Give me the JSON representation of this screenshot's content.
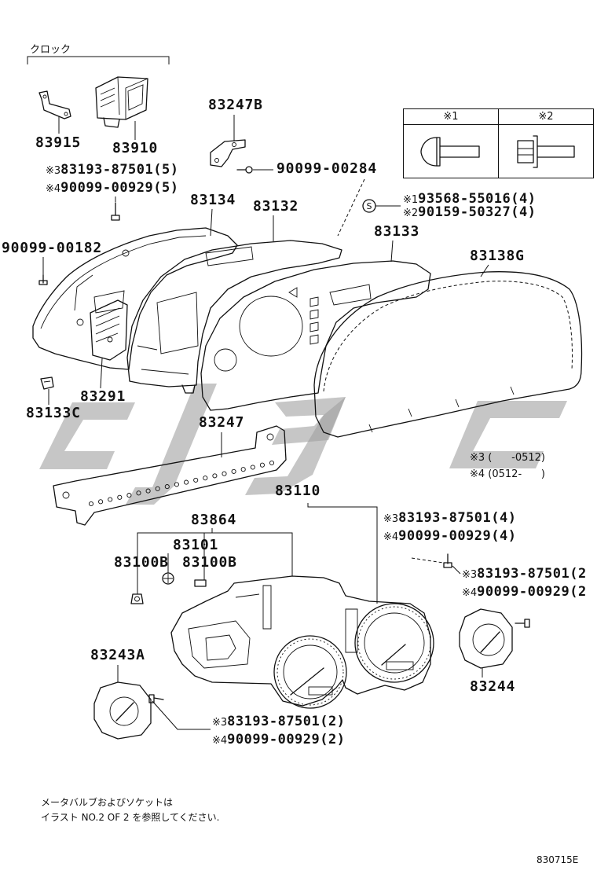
{
  "clock_group": {
    "label": "クロック"
  },
  "parts": {
    "p83915": "83915",
    "p83910": "83910",
    "p83247B": "83247B",
    "p90099_00284": "90099-00284",
    "p83134": "83134",
    "p83132": "83132",
    "p83133": "83133",
    "p90099_00182": "90099-00182",
    "p83138G": "83138G",
    "p83291": "83291",
    "p83133C": "83133C",
    "p83247": "83247",
    "p83110": "83110",
    "p83864": "83864",
    "p83101": "83101",
    "p83100B_left": "83100B",
    "p83100B_right": "83100B",
    "p83243A": "83243A",
    "p83244": "83244"
  },
  "screw_refs": {
    "clock": [
      {
        "mark": "※3",
        "part": "83193-87501(5)"
      },
      {
        "mark": "※4",
        "part": "90099-00929(5)"
      }
    ],
    "meter_top": [
      {
        "mark": "※3",
        "part": "83193-87501(4)"
      },
      {
        "mark": "※4",
        "part": "90099-00929(4)"
      }
    ],
    "meter_right": [
      {
        "mark": "※3",
        "part": "83193-87501(2"
      },
      {
        "mark": "※4",
        "part": "90099-00929(2"
      }
    ],
    "meter_left": [
      {
        "mark": "※3",
        "part": "83193-87501(2)"
      },
      {
        "mark": "※4",
        "part": "90099-00929(2)"
      }
    ]
  },
  "fastener_table": {
    "headers": [
      "※1",
      "※2"
    ]
  },
  "seal": {
    "symbol": "S",
    "items": [
      {
        "mark": "※1",
        "part": "93568-55016(4)"
      },
      {
        "mark": "※2",
        "part": "90159-50327(4)"
      }
    ]
  },
  "date_notes": [
    {
      "text": "※3 (      -0512)"
    },
    {
      "text": "※4 (0512-      )"
    }
  ],
  "notes": [
    "メータバルブおよびソケットは",
    "イラスト NO.2 OF 2 を参照してください."
  ],
  "footer_code": "830715E",
  "colors": {
    "ink": "#111111",
    "watermark": "#a0a0a0"
  }
}
